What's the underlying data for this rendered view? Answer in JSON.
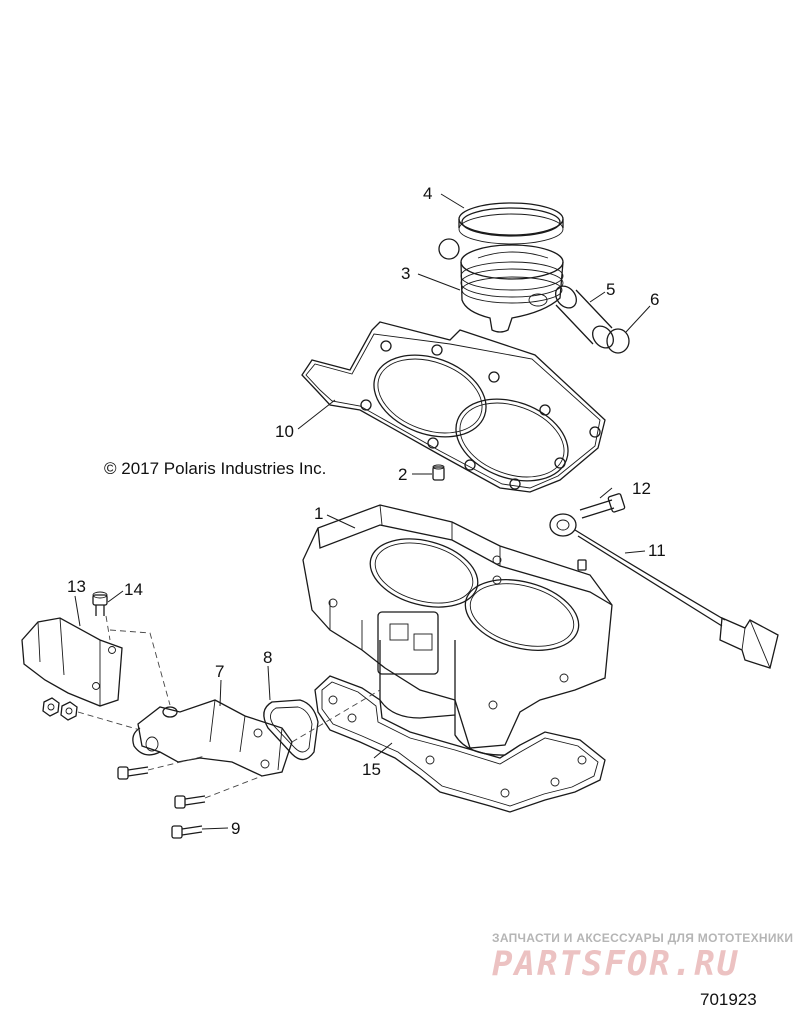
{
  "copyright": "© 2017 Polaris Industries Inc.",
  "document_number": "701923",
  "watermark": {
    "tagline": "ЗАПЧАСТИ И АКСЕССУАРЫ ДЛЯ МОТОТЕХНИКИ",
    "logo": "PARTSFOR.RU"
  },
  "callouts": {
    "c1": "1",
    "c2": "2",
    "c3": "3",
    "c4": "4",
    "c5": "5",
    "c6": "6",
    "c7": "7",
    "c8": "8",
    "c9": "9",
    "c10": "10",
    "c11": "11",
    "c12": "12",
    "c13": "13",
    "c14": "14",
    "c15": "15"
  }
}
